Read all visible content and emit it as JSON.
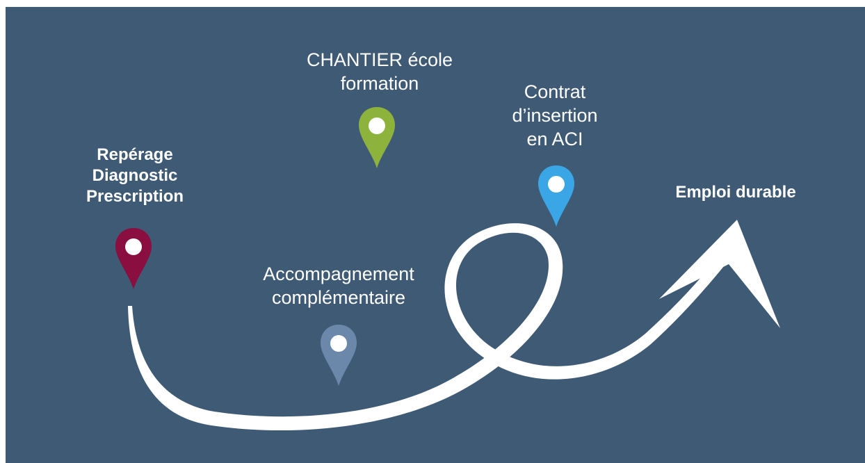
{
  "colors": {
    "background": "#3f5a75",
    "path": "#ffffff",
    "text": "#ffffff",
    "pin_reperage": "#8a0e3f",
    "pin_accompagnement": "#6b87aa",
    "pin_chantier": "#8db33d",
    "pin_contrat": "#3aa6e6"
  },
  "steps": {
    "reperage": {
      "lines": [
        "Repérage",
        "Diagnostic",
        "Prescription"
      ],
      "icon": "map-pin-icon"
    },
    "accompagnement": {
      "lines": [
        "Accompagnement",
        "complémentaire"
      ],
      "icon": "map-pin-icon"
    },
    "chantier": {
      "lines": [
        "CHANTIER école",
        "formation"
      ],
      "icon": "map-pin-icon"
    },
    "contrat": {
      "lines": [
        "Contrat",
        "d’insertion",
        "en ACI"
      ],
      "icon": "map-pin-icon"
    },
    "emploi": {
      "lines": [
        "Emploi durable"
      ]
    }
  }
}
